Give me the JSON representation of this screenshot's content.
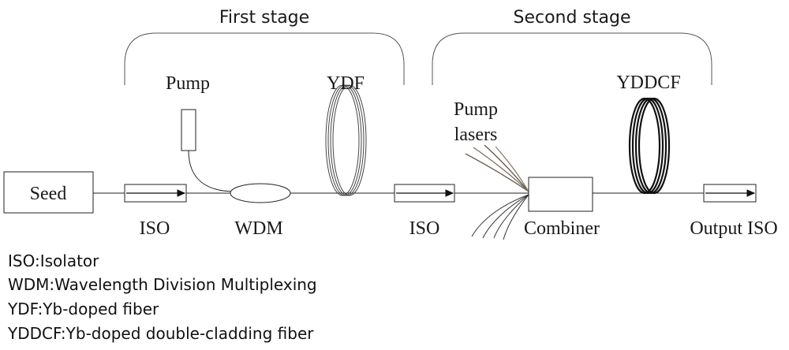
{
  "stages": {
    "first": "First stage",
    "second": "Second stage"
  },
  "components": {
    "seed": "Seed",
    "iso1": "ISO",
    "pump": "Pump",
    "wdm": "WDM",
    "ydf": "YDF",
    "iso2": "ISO",
    "pump_lasers_line1": "Pump",
    "pump_lasers_line2": "lasers",
    "combiner": "Combiner",
    "yddcf": "YDDCF",
    "output_iso": "Output ISO"
  },
  "legend": [
    "ISO:Isolator",
    "WDM:Wavelength Division Multiplexing",
    "YDF:Yb-doped fiber",
    "YDDCF:Yb-doped double-cladding fiber"
  ]
}
